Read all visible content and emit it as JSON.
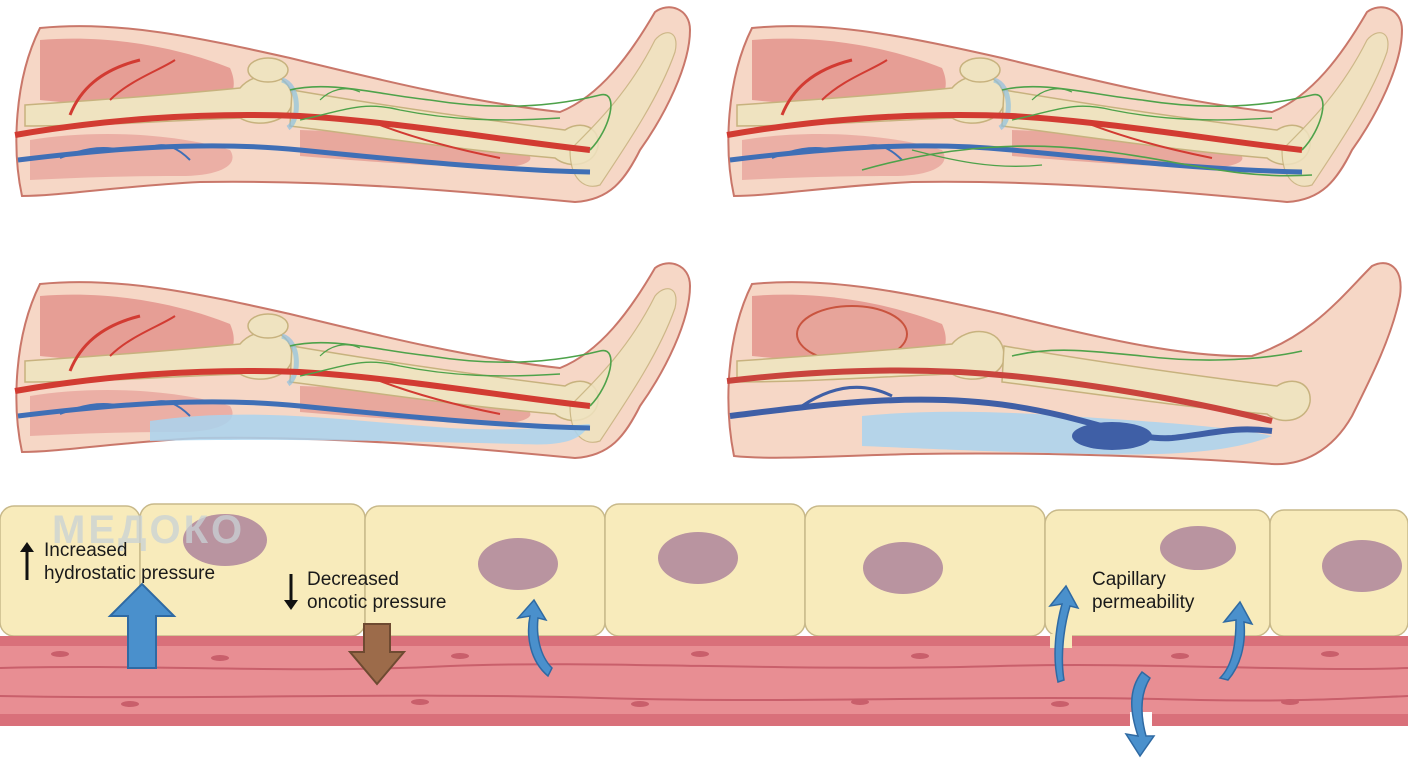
{
  "watermark": {
    "text": "МЕДОКО"
  },
  "labels": {
    "hydrostatic": [
      "Increased",
      "hydrostatic pressure"
    ],
    "oncotic": [
      "Decreased",
      "oncotic pressure"
    ],
    "permeability": [
      "Capillary",
      "permeability"
    ]
  },
  "colors": {
    "skin": "#f6d7c6",
    "skin_outline": "#c9776a",
    "muscle": "#e3948c",
    "bone": "#efe3c0",
    "artery": "#d23b32",
    "vein": "#3f6fb6",
    "lymph": "#4ea24a",
    "edema_fluid": "#a9d3ee",
    "cell": "#f8ebbb",
    "nucleus": "#b994a0",
    "vessel_wall": "#e88e93",
    "arrow_blue": "#4a90cc",
    "arrow_brown": "#9c6b4a"
  },
  "icons": [
    "up-arrow-icon",
    "down-arrow-icon",
    "curved-arrow-icon"
  ]
}
